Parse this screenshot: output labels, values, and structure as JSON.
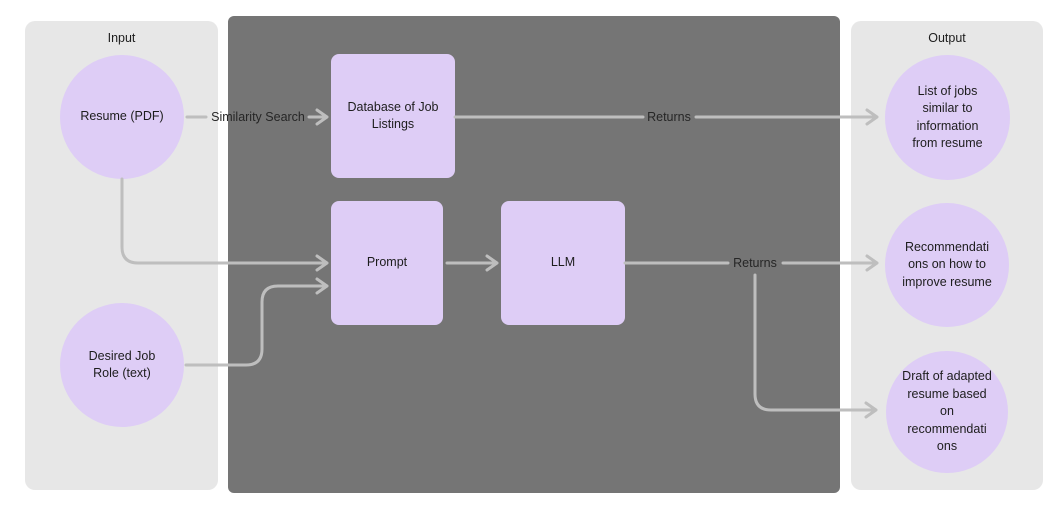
{
  "colors": {
    "background": "#ffffff",
    "panel_light": "#e7e7e7",
    "panel_dark": "#757575",
    "node_fill": "#decdf6",
    "connector": "#bebebe",
    "node_text": "#1d1d1d",
    "label_text": "#262626"
  },
  "panels": {
    "input": {
      "title": "Input"
    },
    "output": {
      "title": "Output"
    }
  },
  "nodes": {
    "resume": {
      "label": "Resume (PDF)"
    },
    "desired_job_role": {
      "label": [
        "Desired Job",
        "Role (text)"
      ]
    },
    "database_job_listings": {
      "label": [
        "Database of Job",
        "Listings"
      ]
    },
    "prompt": {
      "label": "Prompt"
    },
    "llm": {
      "label": "LLM"
    },
    "jobs_list": {
      "label": [
        "List of jobs",
        "similar to",
        "information",
        "from resume"
      ]
    },
    "recommendations": {
      "label": [
        "Recommendati",
        "ons on how to",
        "improve resume"
      ]
    },
    "draft_resume": {
      "label": [
        "Draft of adapted",
        "resume based",
        "on",
        "recommendati",
        "ons"
      ]
    }
  },
  "edge_labels": {
    "similarity_search": "Similarity Search",
    "returns_database": "Returns",
    "returns_llm": "Returns"
  }
}
